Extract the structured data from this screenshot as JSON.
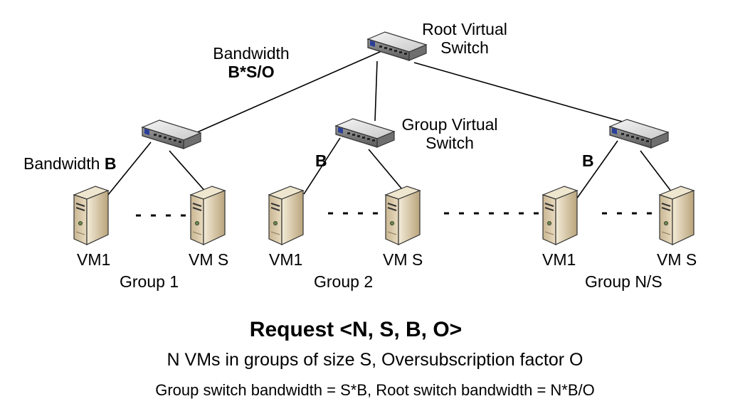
{
  "root_switch": {
    "label_line1": "Root Virtual",
    "label_line2": "Switch"
  },
  "group_switch": {
    "label_line1": "Group Virtual",
    "label_line2": "Switch"
  },
  "root_bandwidth": {
    "label": "Bandwidth",
    "value": "B*S/O"
  },
  "vm_bandwidth": {
    "prefix": "Bandwidth ",
    "value": "B"
  },
  "groups": [
    {
      "name": "Group 1",
      "vm_first": "VM1",
      "vm_last": "VM S",
      "bandwidth": "B"
    },
    {
      "name": "Group 2",
      "vm_first": "VM1",
      "vm_last": "VM S",
      "bandwidth": "B"
    },
    {
      "name": "Group N/S",
      "vm_first": "VM1",
      "vm_last": "VM S",
      "bandwidth": "B"
    }
  ],
  "caption": {
    "title": "Request <N, S, B, O>",
    "line1": "N VMs in groups of size S, Oversubscription factor O",
    "line2": "Group switch bandwidth = S*B, Root switch bandwidth = N*B/O"
  }
}
